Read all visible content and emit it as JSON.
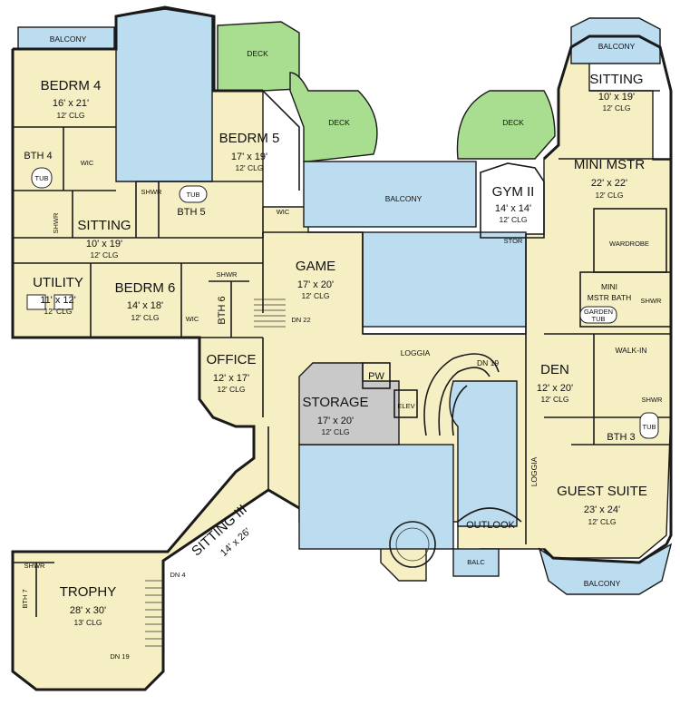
{
  "rooms": {
    "balcony_tl": {
      "name": "BALCONY"
    },
    "bedrm4": {
      "name": "BEDRM 4",
      "size": "16' x 21'",
      "clg": "12' CLG"
    },
    "bth4": {
      "name": "BTH 4"
    },
    "wic4": {
      "name": "WIC"
    },
    "tub4": {
      "name": "TUB"
    },
    "shwr4": {
      "name": "SHWR"
    },
    "sitting": {
      "name": "SITTING",
      "size": "10' x 19'",
      "clg": "12' CLG"
    },
    "deck_top": {
      "name": "DECK"
    },
    "deck_mid": {
      "name": "DECK"
    },
    "deck_right": {
      "name": "DECK"
    },
    "bedrm5": {
      "name": "BEDRM 5",
      "size": "17' x 19'",
      "clg": "12' CLG"
    },
    "shwr5": {
      "name": "SHWR"
    },
    "tub5": {
      "name": "TUB"
    },
    "bth5": {
      "name": "BTH 5"
    },
    "wic5": {
      "name": "WIC"
    },
    "balcony_center": {
      "name": "BALCONY"
    },
    "balcony_tr": {
      "name": "BALCONY"
    },
    "sitting_tr": {
      "name": "SITTING",
      "size": "10' x 19'",
      "clg": "12' CLG"
    },
    "gym": {
      "name": "GYM II",
      "size": "14' x 14'",
      "clg": "12' CLG"
    },
    "stor": {
      "name": "STOR"
    },
    "mini_mstr": {
      "name": "MINI MSTR",
      "size": "22' x 22'",
      "clg": "12' CLG"
    },
    "wardrobe": {
      "name": "WARDROBE"
    },
    "mini_mstr_bath": {
      "name1": "MINI",
      "name2": "MSTR BATH"
    },
    "shwr_mm": {
      "name": "SHWR"
    },
    "garden_tub": {
      "name1": "GARDEN",
      "name2": "TUB"
    },
    "utility": {
      "name": "UTILITY",
      "size": "11' x 12'",
      "clg": "12' CLG"
    },
    "bedrm6": {
      "name": "BEDRM 6",
      "size": "14' x 18'",
      "clg": "12' CLG"
    },
    "shwr6": {
      "name": "SHWR"
    },
    "bth6": {
      "name": "BTH 6"
    },
    "wic6": {
      "name": "WIC"
    },
    "game": {
      "name": "GAME",
      "size": "17' x 20'",
      "clg": "12' CLG"
    },
    "dn22": {
      "name": "DN 22"
    },
    "office": {
      "name": "OFFICE",
      "size": "12' x 17'",
      "clg": "12' CLG"
    },
    "storage": {
      "name": "STORAGE",
      "size": "17' x 20'",
      "clg": "12' CLG"
    },
    "pw": {
      "name": "PW"
    },
    "elev": {
      "name": "ELEV"
    },
    "loggia_top": {
      "name": "LOGGIA"
    },
    "dn19_stair": {
      "name": "DN 19"
    },
    "den": {
      "name": "DEN",
      "size": "12' x 20'",
      "clg": "12' CLG"
    },
    "walk_in": {
      "name": "WALK-IN"
    },
    "shwr_gs": {
      "name": "SHWR"
    },
    "tub_gs": {
      "name": "TUB"
    },
    "bth3": {
      "name": "BTH 3"
    },
    "loggia_side": {
      "name": "LOGGIA"
    },
    "guest_suite": {
      "name": "GUEST SUITE",
      "size": "23' x 24'",
      "clg": "12' CLG"
    },
    "balcony_br": {
      "name": "BALCONY"
    },
    "outlook": {
      "name": "OUTLOOK"
    },
    "balc": {
      "name": "BALC"
    },
    "sitting3": {
      "name": "SITTING III",
      "size": "14' x 26'"
    },
    "dn4": {
      "name": "DN 4"
    },
    "trophy": {
      "name": "TROPHY",
      "size": "28' x 30'",
      "clg": "13' CLG"
    },
    "shwr_t": {
      "name": "SHWR"
    },
    "bth7": {
      "name": "BTH 7"
    },
    "dn19_trophy": {
      "name": "DN 19"
    }
  },
  "colors": {
    "room_fill": "#f6efc3",
    "balcony_fill": "#bcdcf0",
    "deck_fill": "#a9dd8f",
    "storage_fill": "#c9c9c9",
    "wall": "#1a1a1a"
  }
}
